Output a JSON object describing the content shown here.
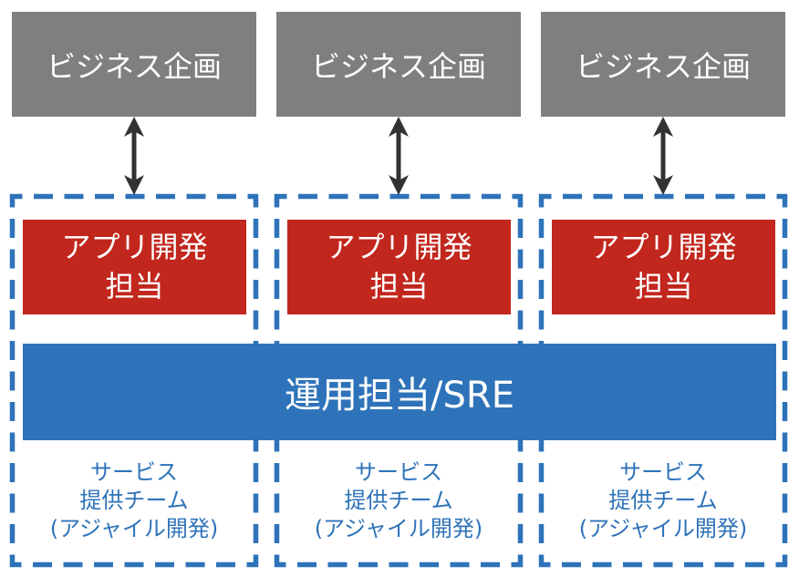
{
  "colors": {
    "background": "#FFFFFF",
    "business_box_gray": "#7F7F7F",
    "app_dev_box_red": "#C1271D",
    "accent_blue": "#2E73B9",
    "arrow_dark": "#323232"
  },
  "ops_bar": {
    "label": "運用担当/SRE"
  },
  "columns": [
    {
      "business_label": "ビジネス企画",
      "app_dev_line1": "アプリ開発",
      "app_dev_line2": "担当",
      "team_line1": "サービス",
      "team_line2": "提供チーム",
      "team_line3": "(アジャイル開発)"
    },
    {
      "business_label": "ビジネス企画",
      "app_dev_line1": "アプリ開発",
      "app_dev_line2": "担当",
      "team_line1": "サービス",
      "team_line2": "提供チーム",
      "team_line3": "(アジャイル開発)"
    },
    {
      "business_label": "ビジネス企画",
      "app_dev_line1": "アプリ開発",
      "app_dev_line2": "担当",
      "team_line1": "サービス",
      "team_line2": "提供チーム",
      "team_line3": "(アジャイル開発)"
    }
  ]
}
